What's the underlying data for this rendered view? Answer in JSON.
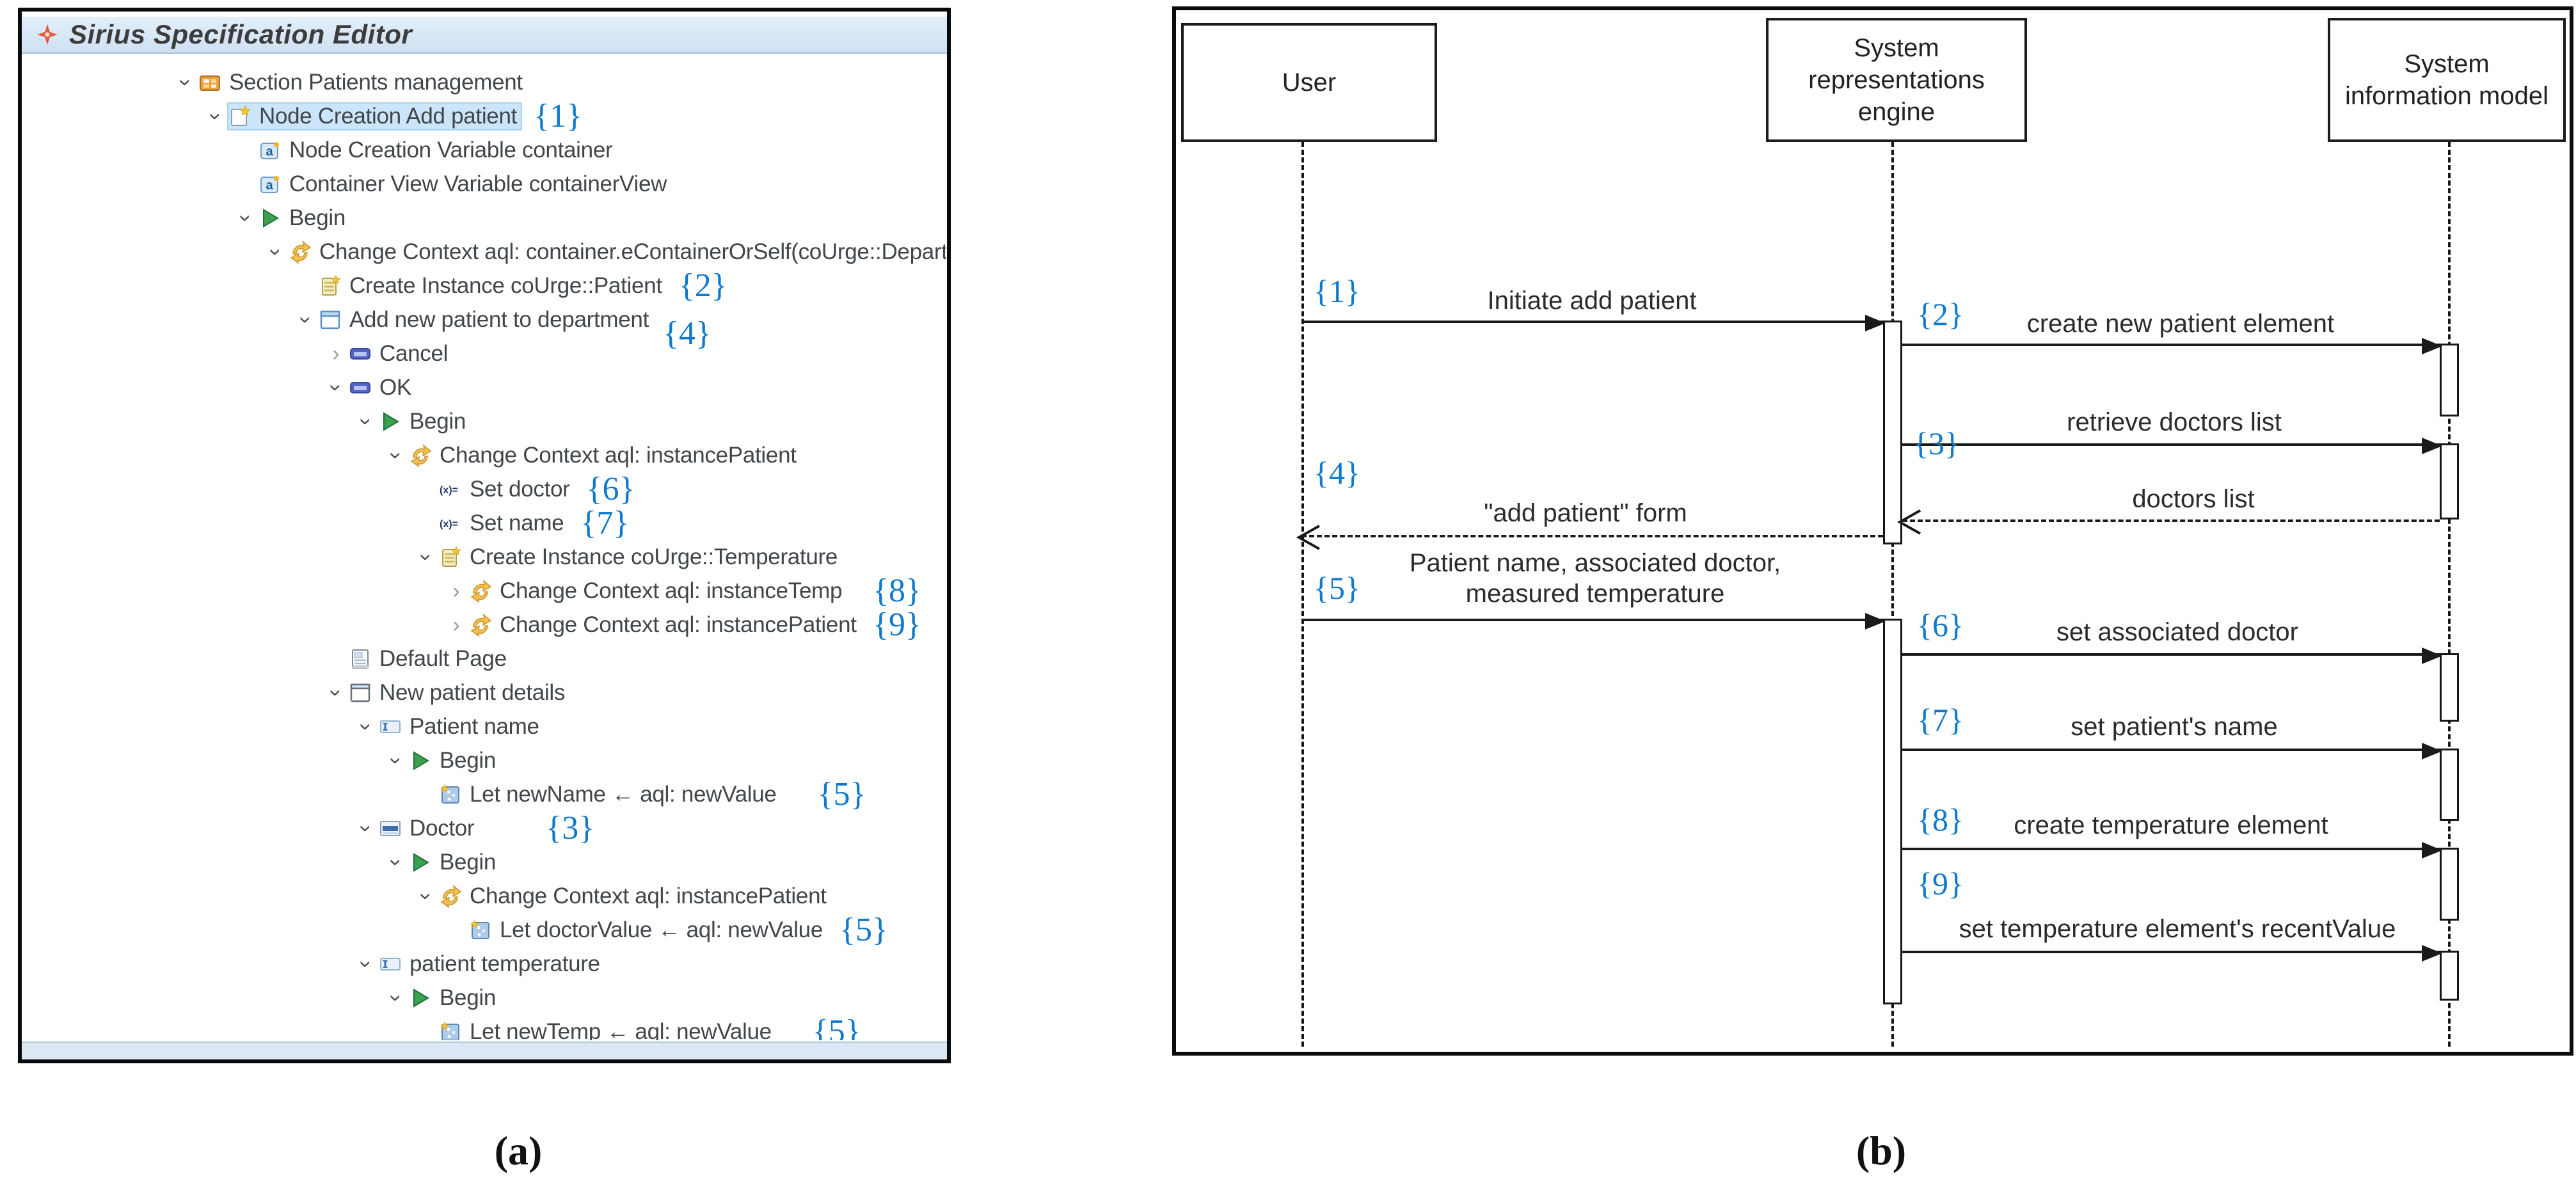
{
  "colors": {
    "accent_blue": "#1079cc",
    "selection_bg": "#cbe6fb",
    "titlebar_bg": "#d9e7f6"
  },
  "panel_a": {
    "title": "Sirius Specification Editor",
    "caption": "(a)",
    "tree": [
      {
        "level": 0,
        "chev": "open",
        "icon": "section",
        "label": "Section Patients management"
      },
      {
        "level": 1,
        "chev": "open",
        "icon": "tool",
        "label": "Node Creation Add patient",
        "badge": "{1}",
        "selected": true
      },
      {
        "level": 2,
        "chev": "none",
        "icon": "variable",
        "label": "Node Creation Variable container"
      },
      {
        "level": 2,
        "chev": "none",
        "icon": "variable",
        "label": "Container View Variable containerView"
      },
      {
        "level": 2,
        "chev": "open",
        "icon": "begin",
        "label": "Begin"
      },
      {
        "level": 3,
        "chev": "open",
        "icon": "context",
        "label": "Change Context aql: container.eContainerOrSelf(coUrge::Department)"
      },
      {
        "level": 4,
        "chev": "none",
        "icon": "instance",
        "label": "Create Instance coUrge::Patient",
        "badge": "{2}"
      },
      {
        "level": 4,
        "chev": "open",
        "icon": "dialog",
        "label": "Add new patient to department",
        "badge": "{4}",
        "badge_pos": "drop"
      },
      {
        "level": 5,
        "chev": "closed",
        "icon": "button",
        "label": "Cancel"
      },
      {
        "level": 5,
        "chev": "open",
        "icon": "button",
        "label": "OK"
      },
      {
        "level": 6,
        "chev": "open",
        "icon": "begin",
        "label": "Begin"
      },
      {
        "level": 7,
        "chev": "open",
        "icon": "context",
        "label": "Change Context aql: instancePatient"
      },
      {
        "level": 8,
        "chev": "none",
        "icon": "set",
        "label": "Set doctor",
        "badge": "{6}"
      },
      {
        "level": 8,
        "chev": "none",
        "icon": "set",
        "label": "Set name",
        "badge": "{7}"
      },
      {
        "level": 8,
        "chev": "open",
        "icon": "instance",
        "label": "Create Instance coUrge::Temperature"
      },
      {
        "level": 9,
        "chev": "closed",
        "icon": "context",
        "label": "Change Context aql: instanceTemp",
        "badge": "{8}",
        "badge_pos": "far"
      },
      {
        "level": 9,
        "chev": "closed",
        "icon": "context",
        "label": "Change Context aql: instancePatient",
        "badge": "{9}",
        "badge_pos": "far"
      },
      {
        "level": 5,
        "chev": "none",
        "icon": "page",
        "label": "Default Page"
      },
      {
        "level": 5,
        "chev": "open",
        "icon": "group",
        "label": "New patient details"
      },
      {
        "level": 6,
        "chev": "open",
        "icon": "text",
        "label": "Patient name"
      },
      {
        "level": 7,
        "chev": "open",
        "icon": "begin",
        "label": "Begin"
      },
      {
        "level": 8,
        "chev": "none",
        "icon": "let",
        "label": "Let newName ← aql: newValue",
        "badge": "{5}",
        "badge_pos": "gap-md"
      },
      {
        "level": 6,
        "chev": "open",
        "icon": "select",
        "label": "Doctor",
        "badge": "{3}",
        "badge_pos": "gap-lg"
      },
      {
        "level": 7,
        "chev": "open",
        "icon": "begin",
        "label": "Begin"
      },
      {
        "level": 8,
        "chev": "open",
        "icon": "context",
        "label": "Change Context aql: instancePatient"
      },
      {
        "level": 9,
        "chev": "none",
        "icon": "let",
        "label": "Let doctorValue ← aql: newValue",
        "badge": "{5}"
      },
      {
        "level": 6,
        "chev": "open",
        "icon": "text",
        "label": "patient temperature"
      },
      {
        "level": 7,
        "chev": "open",
        "icon": "begin",
        "label": "Begin"
      },
      {
        "level": 8,
        "chev": "none",
        "icon": "let",
        "label": "Let newTemp ← aql: newValue",
        "badge": "{5}",
        "badge_pos": "gap-md"
      }
    ]
  },
  "panel_b": {
    "caption": "(b)",
    "actors": [
      {
        "name": "User"
      },
      {
        "name": "System\nrepresentations\nengine"
      },
      {
        "name": "System\ninformation model"
      }
    ],
    "messages": [
      {
        "badge": "{1}",
        "label": "Initiate add patient",
        "from": "user",
        "to": "engine",
        "style": "solid"
      },
      {
        "badge": "{2}",
        "label": "create new patient element",
        "from": "engine",
        "to": "model",
        "style": "solid"
      },
      {
        "badge": "",
        "label": "retrieve doctors list",
        "from": "engine",
        "to": "model",
        "style": "solid"
      },
      {
        "badge": "{3}",
        "label": "doctors list",
        "from": "model",
        "to": "engine",
        "style": "dashed"
      },
      {
        "badge": "{4}",
        "label": "\"add patient\" form",
        "from": "engine",
        "to": "user",
        "style": "dashed"
      },
      {
        "badge": "{5}",
        "label": "Patient name, associated doctor,\nmeasured temperature",
        "from": "user",
        "to": "engine",
        "style": "solid"
      },
      {
        "badge": "{6}",
        "label": "set associated doctor",
        "from": "engine",
        "to": "model",
        "style": "solid"
      },
      {
        "badge": "{7}",
        "label": "set patient's name",
        "from": "engine",
        "to": "model",
        "style": "solid"
      },
      {
        "badge": "{8}",
        "label": "create temperature element",
        "from": "engine",
        "to": "model",
        "style": "solid"
      },
      {
        "badge": "{9}",
        "label": "set temperature element's recentValue",
        "from": "engine",
        "to": "model",
        "style": "solid"
      }
    ]
  }
}
